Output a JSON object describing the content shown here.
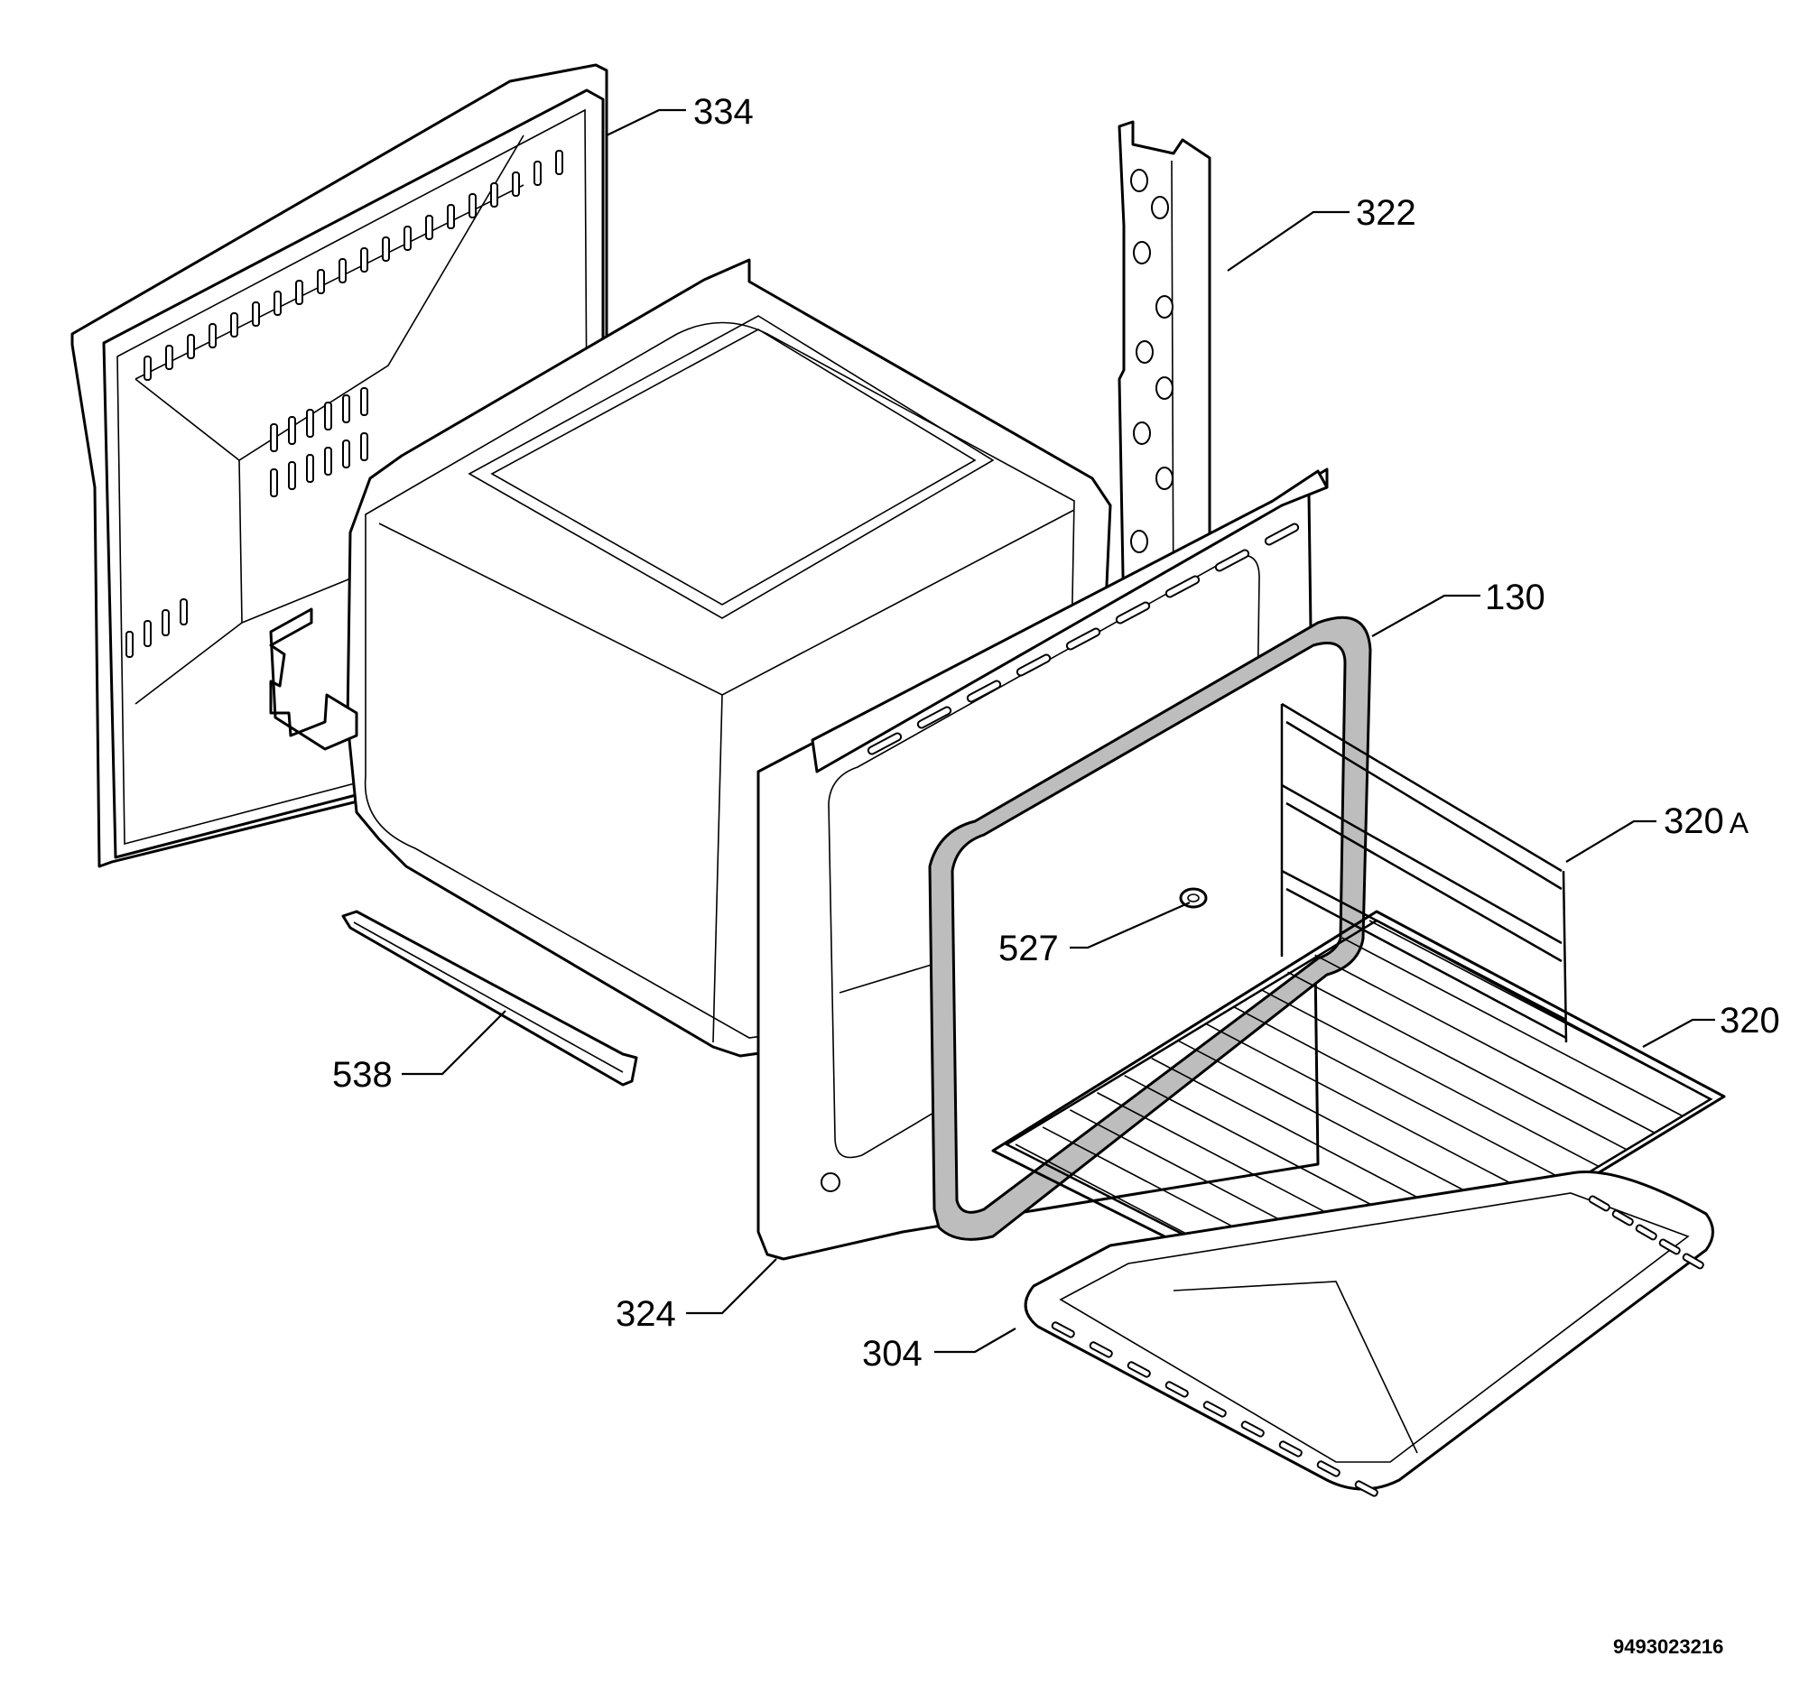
{
  "callouts": {
    "c334": "334",
    "c322": "322",
    "c130": "130",
    "c320a": "320",
    "c320a_suffix": "A",
    "c527": "527",
    "c320": "320",
    "c538": "538",
    "c324": "324",
    "c304": "304"
  },
  "document_number": "9493023216"
}
